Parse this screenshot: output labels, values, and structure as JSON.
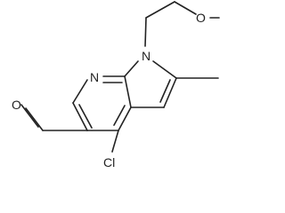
{
  "molecule": {
    "atoms": {
      "oxygen_methoxy": "O",
      "nitrogen_pyrrole": "N",
      "nitrogen_pyridine": "N",
      "chlorine": "Cl",
      "oxygen_aldehyde": "O"
    }
  }
}
